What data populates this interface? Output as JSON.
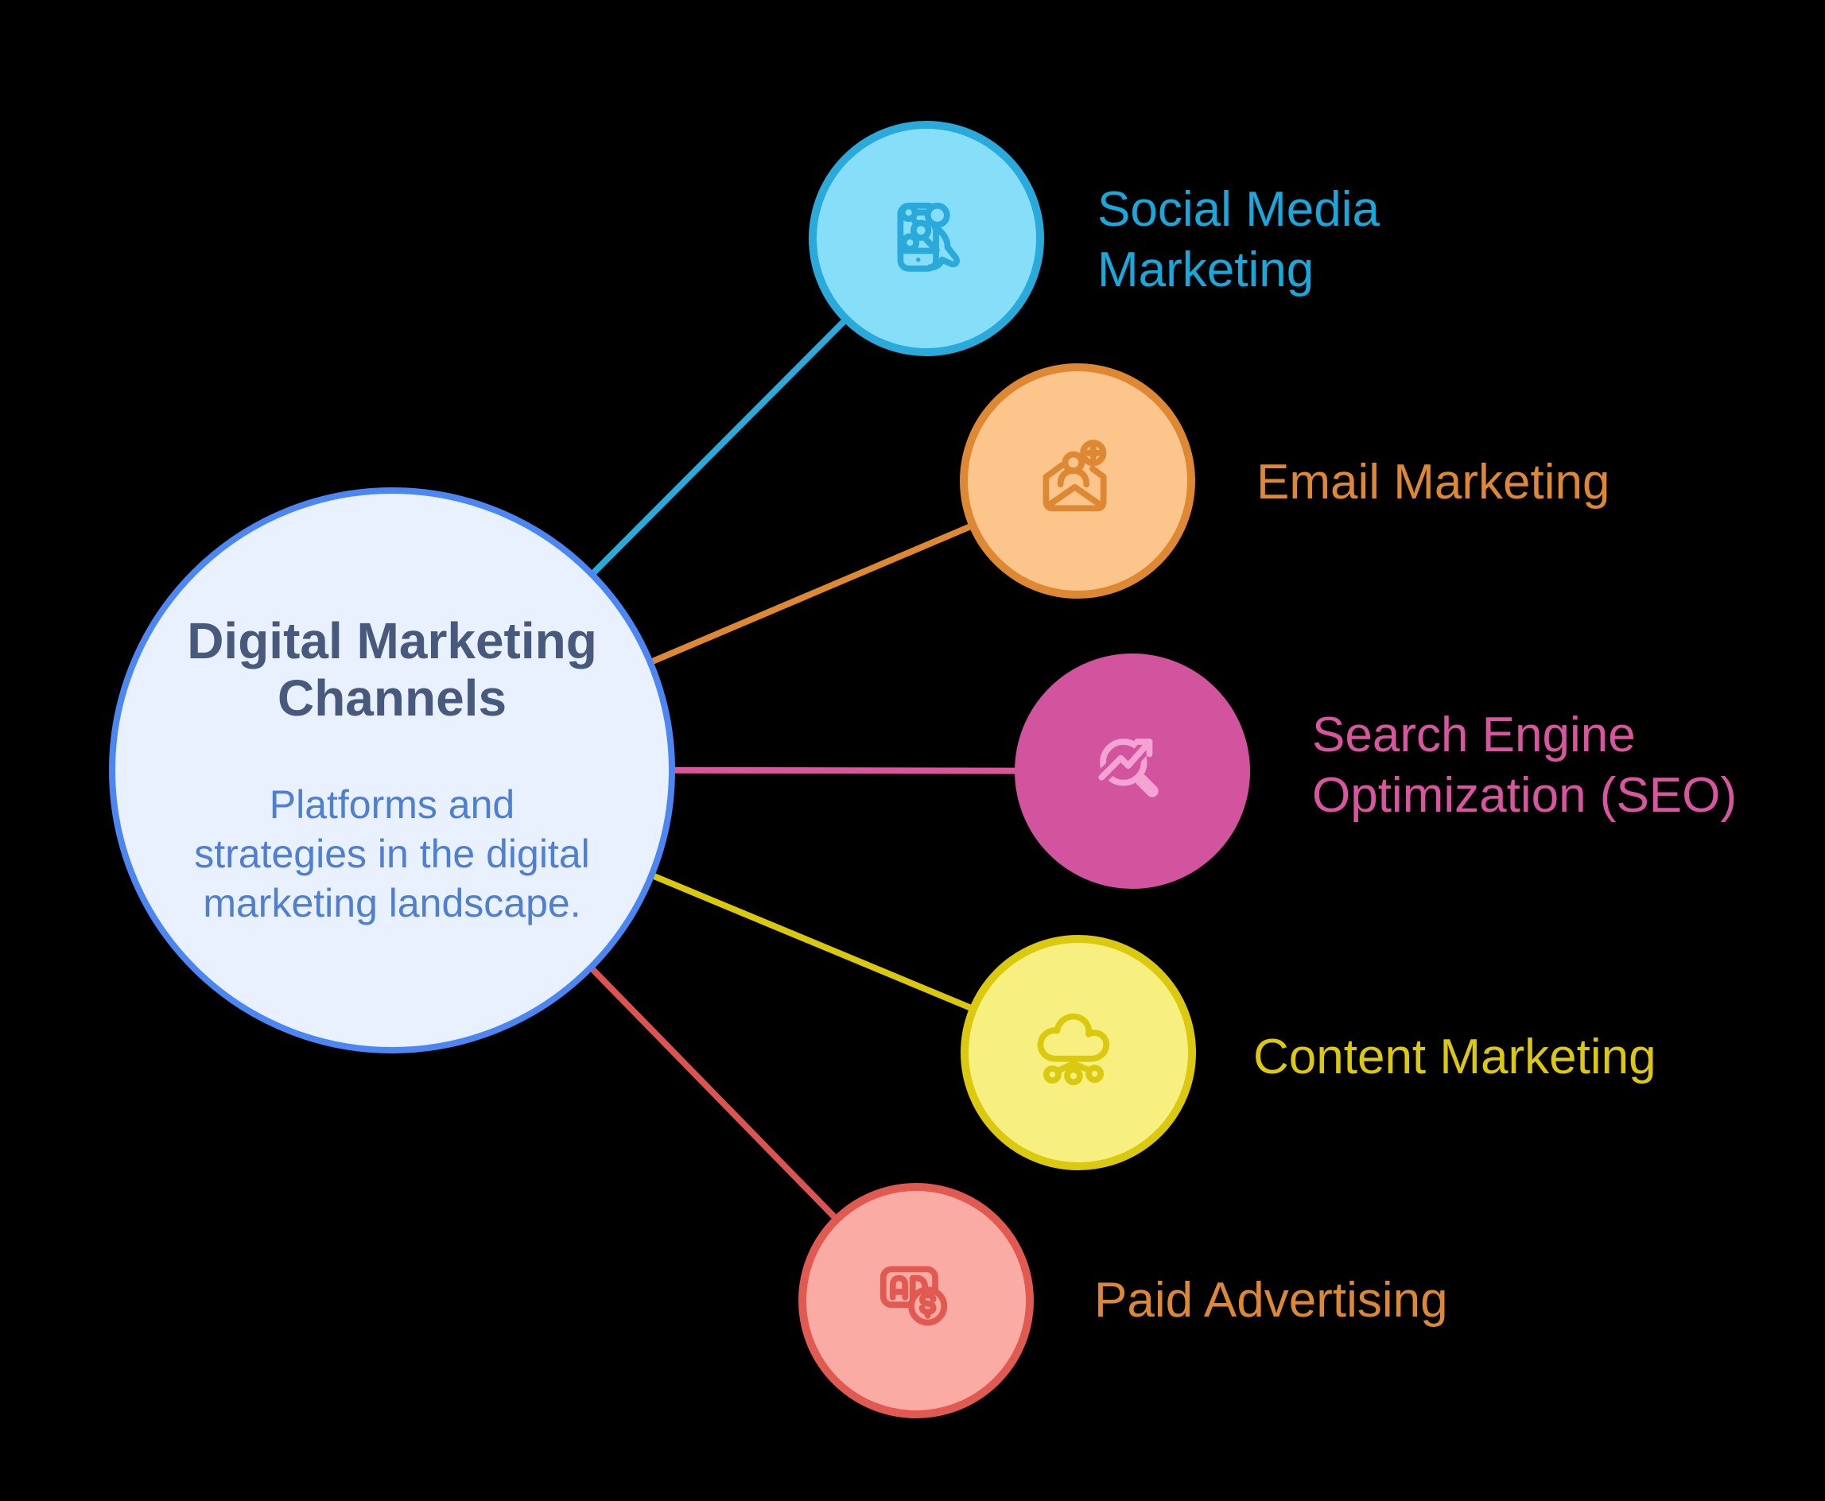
{
  "background": "#000000",
  "center": {
    "title": "Digital Marketing\nChannels",
    "subtitle": "Platforms and\nstrategies in the digital\nmarketing landscape.",
    "colors": {
      "fill": "#EAF1FE",
      "border": "#4C86F2",
      "title": "#47597C",
      "subtitle": "#4E7FD0"
    }
  },
  "nodes": [
    {
      "id": "social-media-marketing",
      "label": "Social Media\nMarketing",
      "icon": "phone-share-network-icon",
      "colors": {
        "fill": "#87DEF8",
        "border": "#2AAADB",
        "icon": "#2AAADB",
        "label": "#18A8DB",
        "line": "#2AAADB"
      }
    },
    {
      "id": "email-marketing",
      "label": "Email Marketing",
      "icon": "envelope-new-contact-icon",
      "colors": {
        "fill": "#FBC58B",
        "border": "#DE8834",
        "icon": "#DE8834",
        "label": "#DE8834",
        "line": "#DE8834"
      }
    },
    {
      "id": "search-engine-optimization",
      "label": "Search Engine\nOptimization (SEO)",
      "icon": "magnifier-growth-arrow-icon",
      "colors": {
        "fill": "#D2539E",
        "border": "#D2539E",
        "icon": "#F4A3D5",
        "label": "#D9559F",
        "line": "#DE549C"
      }
    },
    {
      "id": "content-marketing",
      "label": "Content Marketing",
      "icon": "cloud-network-icon",
      "colors": {
        "fill": "#F7F080",
        "border": "#DBC90F",
        "icon": "#DBC90F",
        "label": "#DCC90C",
        "line": "#D9C80D"
      }
    },
    {
      "id": "paid-advertising",
      "label": "Paid Advertising",
      "icon": "ad-dollar-icon",
      "colors": {
        "fill": "#F9ABA4",
        "border": "#E05A52",
        "icon": "#E05A52",
        "label": "#DE8834",
        "line": "#DB544F"
      }
    }
  ]
}
